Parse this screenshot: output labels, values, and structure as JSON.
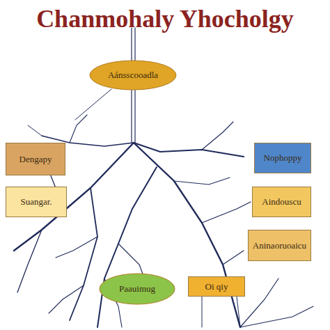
{
  "diagram": {
    "title": "Chanmohaly Yhocholgy",
    "nodes": [
      {
        "text": [
          "Aánsscooadla"
        ]
      },
      {
        "text": [
          "Dengapy"
        ]
      },
      {
        "text": [
          "Nophoppy"
        ]
      },
      {
        "text": [
          "Suangar."
        ]
      },
      {
        "text": [
          "Aindouscu"
        ]
      },
      {
        "text": [
          "Aninaoruoaicu"
        ]
      },
      {
        "text": [
          "Paauimug"
        ]
      },
      {
        "text": [
          "Oi qiy"
        ]
      }
    ]
  }
}
